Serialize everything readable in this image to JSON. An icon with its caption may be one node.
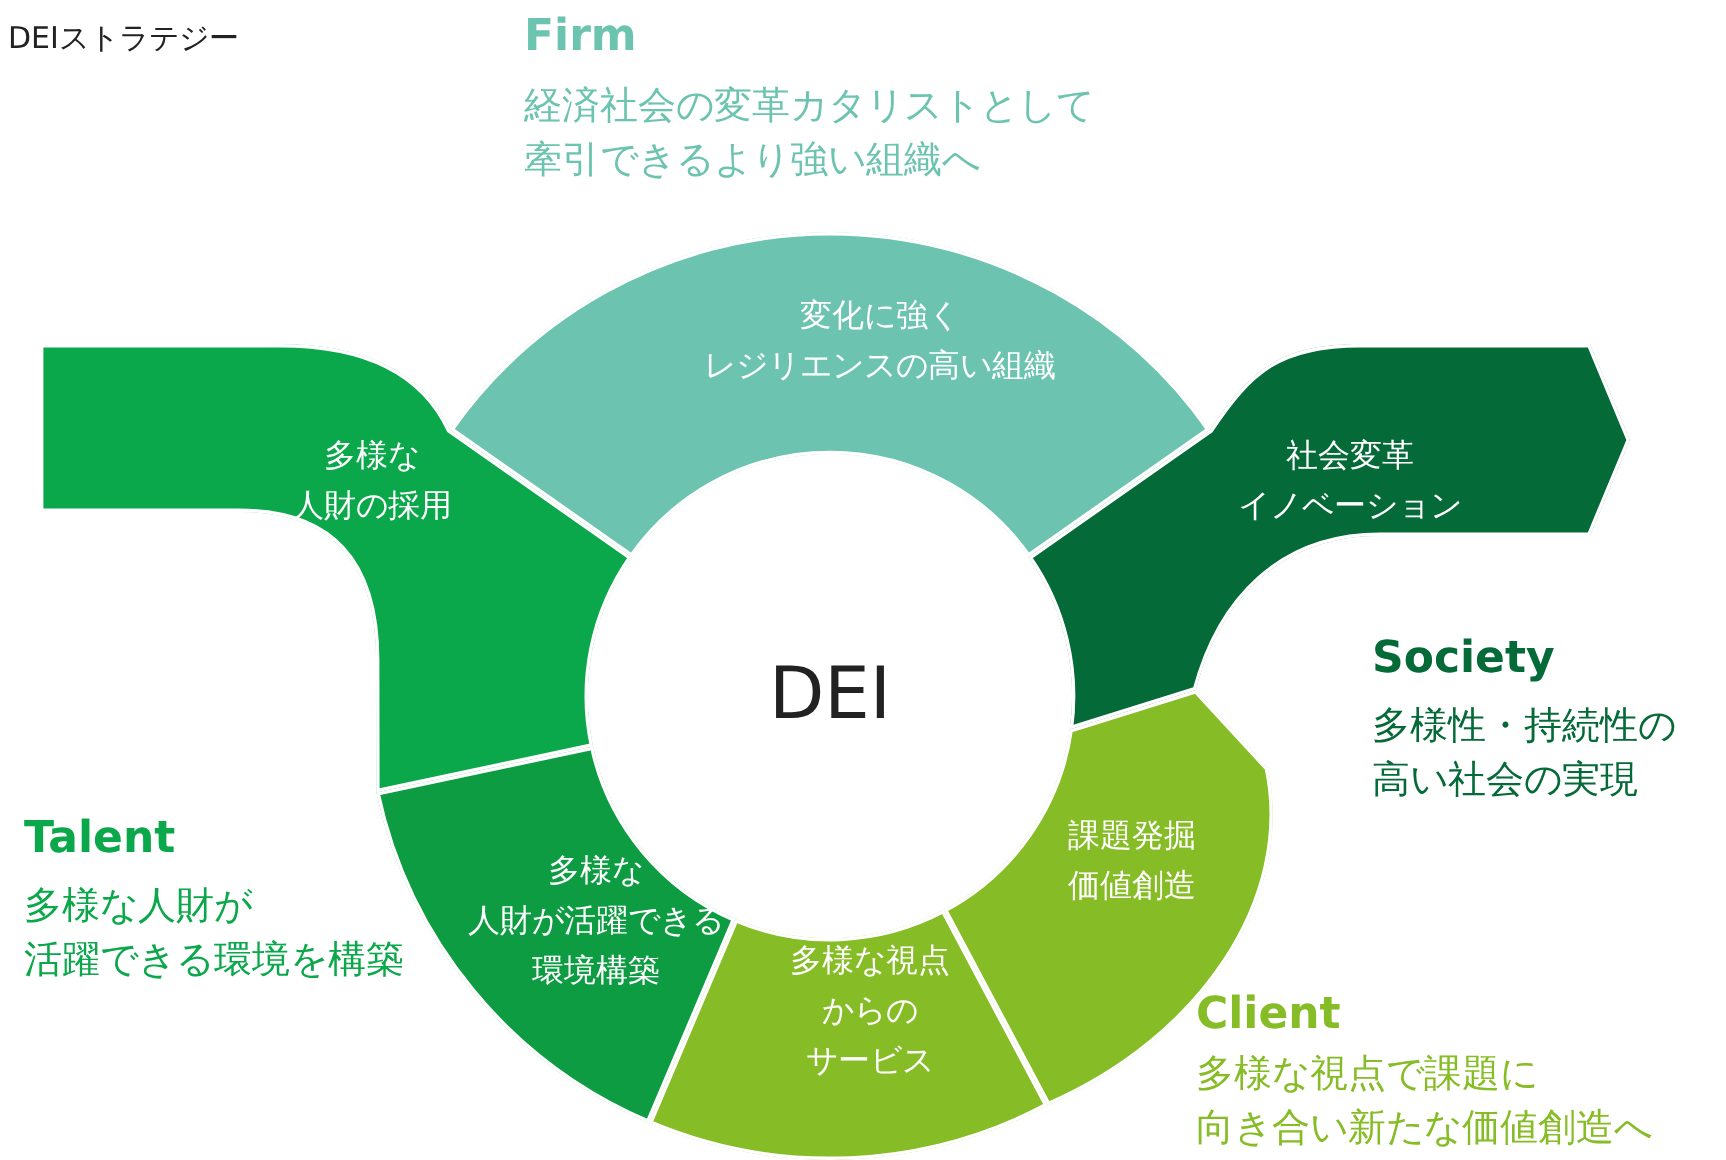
{
  "diagram": {
    "nodes": [
      {
        "text": [
          "DEI"
        ]
      },
      {
        "text": [
          "変化に強くレジリエンスの高い組織"
        ]
      },
      {
        "text": [
          "多様な人財の採用"
        ]
      },
      {
        "text": [
          "多様な人財が活躍できる環境構築"
        ]
      },
      {
        "text": [
          "多様な視点からのサービス"
        ]
      },
      {
        "text": [
          "課題発掘価値創造"
        ]
      },
      {
        "text": [
          "社会変革イノベーション"
        ]
      }
    ],
    "labels": [
      "DEIストラテジー",
      "Firm",
      "経済社会の変革カタリストとして牽引できるより強い組織へ",
      "Society",
      "多様性・持続性の高い社会の実現",
      "Talent",
      "多様な人財が活躍できる環境を構築",
      "Client",
      "多様な視点で課題に向き合い新たな価値創造へ"
    ]
  }
}
